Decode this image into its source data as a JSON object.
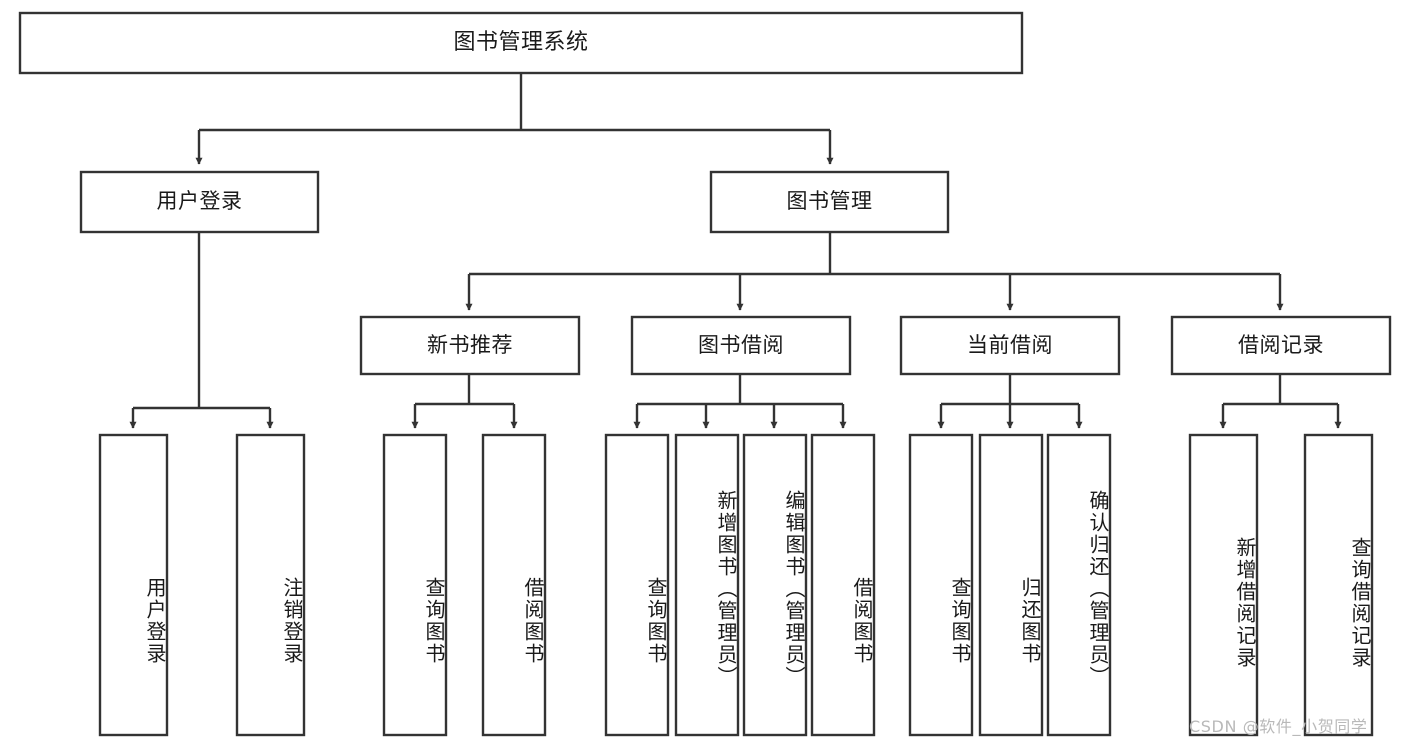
{
  "diagram": {
    "type": "tree-hierarchy",
    "title": "图书管理系统",
    "watermark": "CSDN @软件_小贺同学",
    "colors": {
      "stroke": "#333333",
      "fill": "#ffffff",
      "text": "#1a1a1a",
      "watermark": "#b9b9b9",
      "background": "#ffffff"
    },
    "levels": {
      "root": {
        "label": "图书管理系统"
      },
      "level2": [
        {
          "label": "用户登录"
        },
        {
          "label": "图书管理"
        }
      ],
      "level3": [
        {
          "label": "新书推荐"
        },
        {
          "label": "图书借阅"
        },
        {
          "label": "当前借阅"
        },
        {
          "label": "借阅记录"
        }
      ],
      "leaves": {
        "user_login": [
          {
            "label": "用户登录"
          },
          {
            "label": "注销登录"
          }
        ],
        "new_book_recommend": [
          {
            "label": "查询图书"
          },
          {
            "label": "借阅图书"
          }
        ],
        "book_borrow": [
          {
            "label": "查询图书"
          },
          {
            "label": "新增图书（管理员）"
          },
          {
            "label": "编辑图书（管理员）"
          },
          {
            "label": "借阅图书"
          }
        ],
        "current_borrow": [
          {
            "label": "查询图书"
          },
          {
            "label": "归还图书"
          },
          {
            "label": "确认归还（管理员）"
          }
        ],
        "borrow_record": [
          {
            "label": "新增借阅记录"
          },
          {
            "label": "查询借阅记录"
          }
        ]
      }
    }
  }
}
